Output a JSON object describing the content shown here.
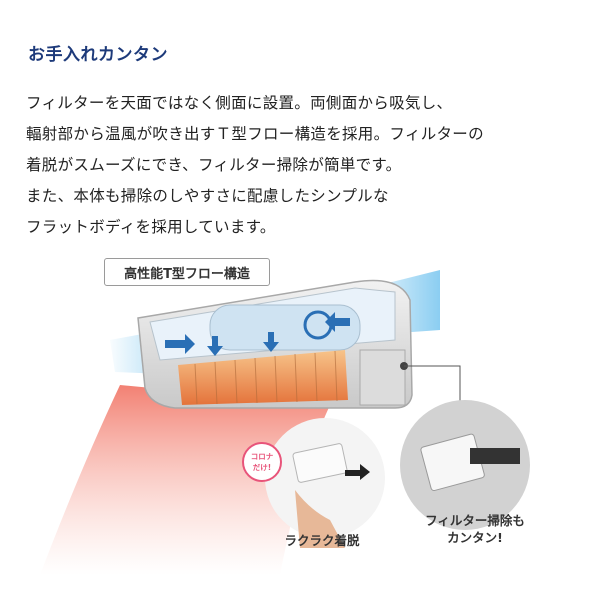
{
  "heading": "お手入れカンタン",
  "body_lines": [
    "フィルターを天面ではなく側面に設置。両側面から吸気し、",
    "輻射部から温風が吹き出すＴ型フロー構造を採用。フィルターの",
    "着脱がスムーズにでき、フィルター掃除が簡単です。",
    "また、本体も掃除のしやすさに配慮したシンプルな",
    "フラットボディを採用しています。"
  ],
  "label_box": "高性能T型フロー構造",
  "badge": {
    "line1": "コロナ",
    "line2": "だけ!"
  },
  "caption_left": "ラクラク着脱",
  "caption_right": {
    "line1": "フィルター掃除も",
    "line2": "カンタン!"
  },
  "colors": {
    "heading": "#1d3a7a",
    "air_flow": "#7ec8f0",
    "heat_glow": "#f06a5a",
    "body_gray": "#dcdcdc",
    "badge_pink": "#e8547a"
  },
  "icons": [
    "air-flow-arrow-icon",
    "swirl-icon",
    "heater-element",
    "filter-panel"
  ]
}
